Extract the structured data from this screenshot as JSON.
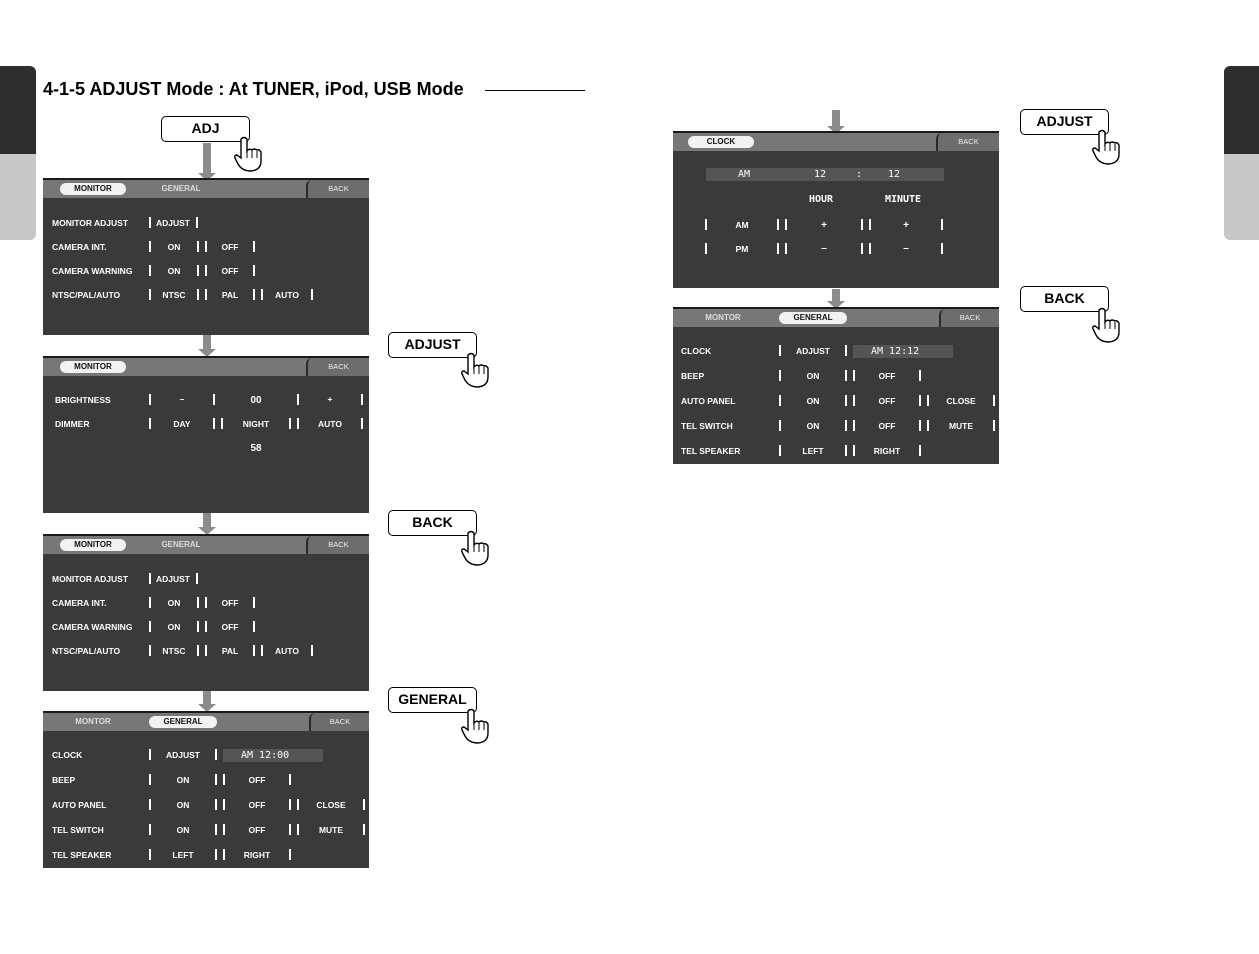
{
  "heading": "4-1-5 ADJUST Mode : At TUNER, iPod, USB Mode",
  "callouts": {
    "adj": "ADJ",
    "adjust_left": "ADJUST",
    "back_left": "BACK",
    "general": "GENERAL",
    "adjust_right": "ADJUST",
    "back_right": "BACK"
  },
  "tabs": {
    "monitor": "MONITOR",
    "general": "GENERAL",
    "back": "BACK",
    "montor": "MONTOR",
    "clock": "CLOCK"
  },
  "monitor_screen": {
    "rows": [
      {
        "label": "MONITOR ADJUST",
        "opts": [
          "ADJUST"
        ]
      },
      {
        "label": "CAMERA INT.",
        "opts": [
          "ON",
          "OFF"
        ]
      },
      {
        "label": "CAMERA WARNING",
        "opts": [
          "ON",
          "OFF"
        ]
      },
      {
        "label": "NTSC/PAL/AUTO",
        "opts": [
          "NTSC",
          "PAL",
          "AUTO"
        ]
      }
    ]
  },
  "adjust_screen": {
    "brightness_label": "BRIGHTNESS",
    "minus": "–",
    "brightness_value": "00",
    "plus": "+",
    "dimmer_label": "DIMMER",
    "day": "DAY",
    "night": "NIGHT",
    "auto": "AUTO",
    "dimmer_value": "58"
  },
  "general_screen_1": {
    "clock_label": "CLOCK",
    "clock_adjust": "ADJUST",
    "clock_time": "AM 12:00",
    "beep_label": "BEEP",
    "auto_panel_label": "AUTO PANEL",
    "tel_switch_label": "TEL SWITCH",
    "tel_speaker_label": "TEL SPEAKER",
    "on": "ON",
    "off": "OFF",
    "close": "CLOSE",
    "mute": "MUTE",
    "left": "LEFT",
    "right": "RIGHT"
  },
  "clock_screen": {
    "display_am": "AM",
    "display_hour": "12",
    "display_colon": ":",
    "display_minute": "12",
    "hour_label": "HOUR",
    "minute_label": "MINUTE",
    "am": "AM",
    "pm": "PM",
    "plus": "+",
    "minus": "–"
  },
  "general_screen_2": {
    "clock_time": "AM 12:12"
  }
}
